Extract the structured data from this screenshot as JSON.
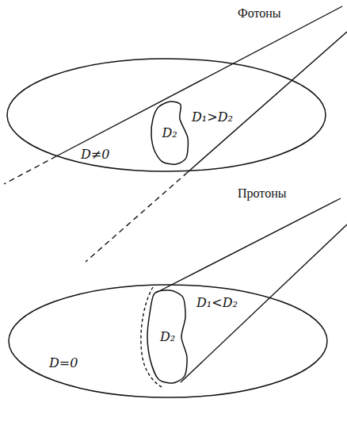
{
  "diagram": {
    "nodes": [
      {
        "text": [
          "D₁>D₂",
          "D≠0"
        ]
      },
      {
        "text": [
          "D₂"
        ],
        "in": 0
      },
      {
        "text": [
          "D₁<D₂",
          "D=0"
        ]
      },
      {
        "text": [
          "D₂"
        ],
        "in": 2
      }
    ],
    "labels": [
      "Фотоны",
      "Протоны"
    ]
  }
}
